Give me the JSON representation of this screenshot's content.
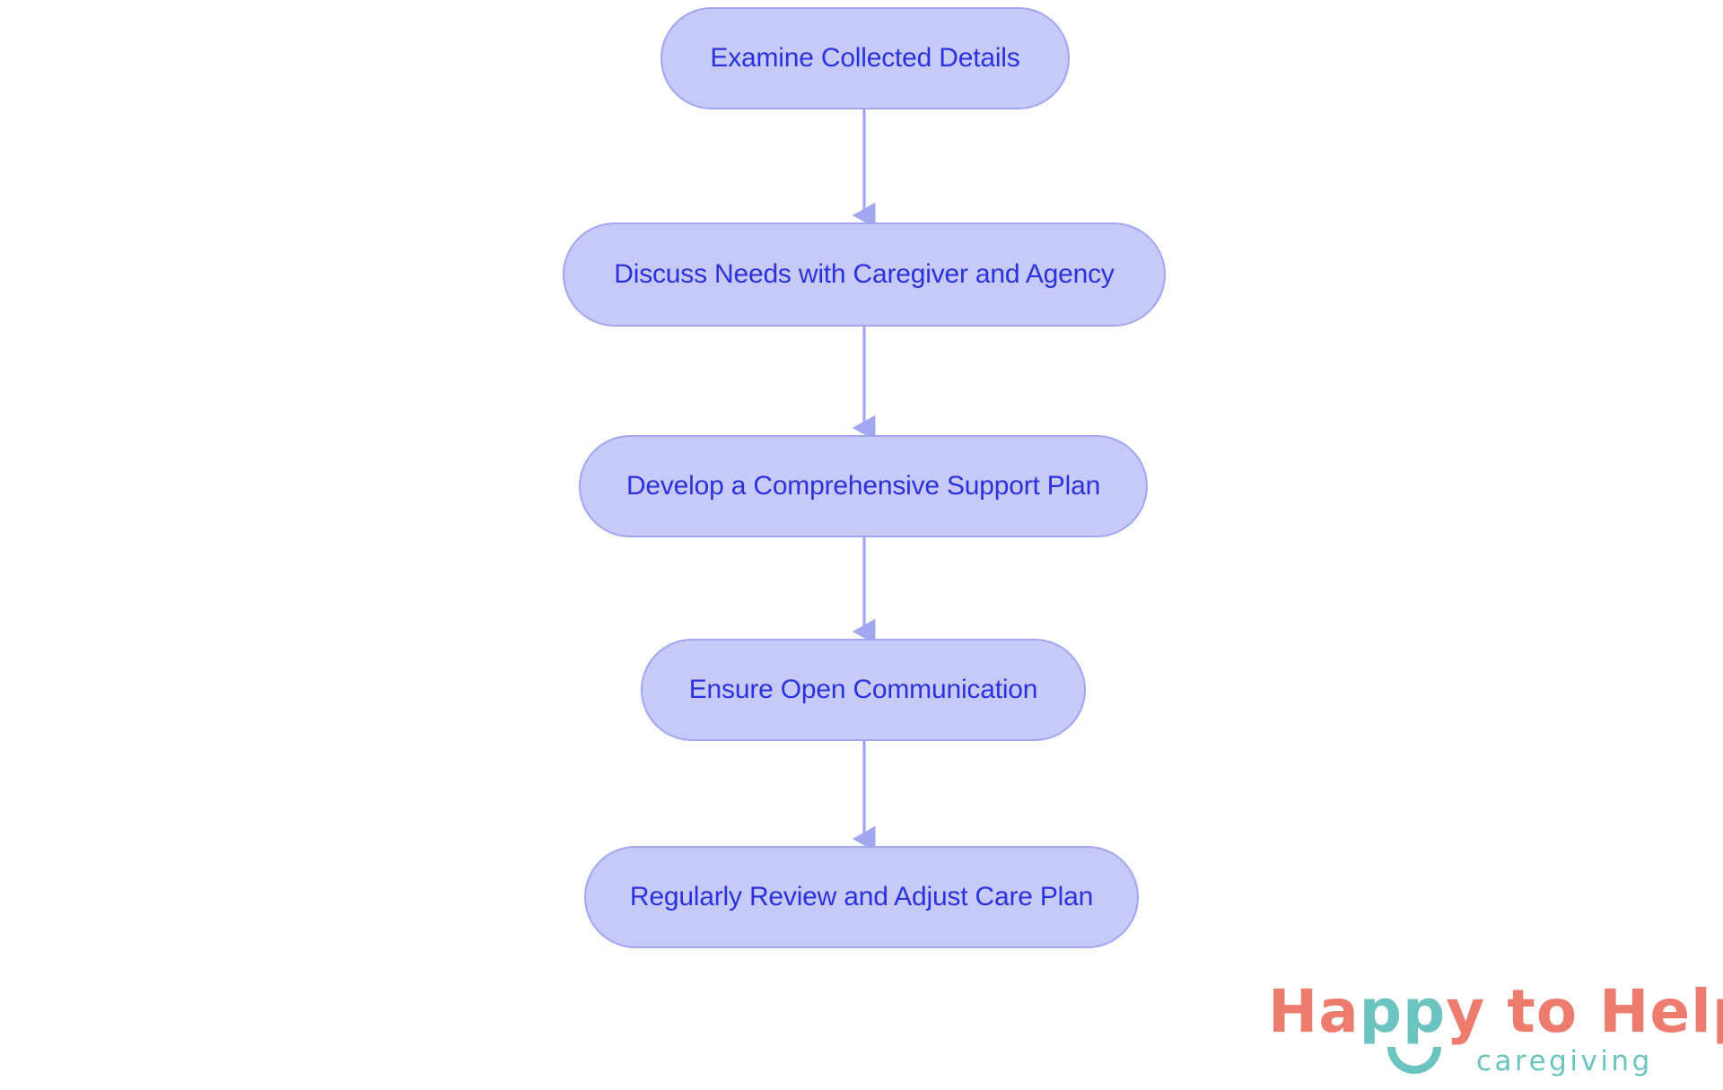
{
  "diagram": {
    "type": "flowchart",
    "orientation": "top-to-bottom",
    "background_color": "#FFFFFF",
    "node_fill_color": "#C7C9F9",
    "node_border_color": "#A2A7F0",
    "node_text_color": "#2B31DD",
    "connector_color": "#A2A7F0",
    "nodes": [
      {
        "id": "step-1",
        "label": "Examine Collected Details"
      },
      {
        "id": "step-2",
        "label": "Discuss Needs with Caregiver and Agency"
      },
      {
        "id": "step-3",
        "label": "Develop a Comprehensive Support Plan"
      },
      {
        "id": "step-4",
        "label": "Ensure Open Communication"
      },
      {
        "id": "step-5",
        "label": "Regularly Review and Adjust Care Plan"
      }
    ],
    "edges": [
      {
        "from": "step-1",
        "to": "step-2",
        "arrowhead": "solid-triangle"
      },
      {
        "from": "step-2",
        "to": "step-3",
        "arrowhead": "solid-triangle"
      },
      {
        "from": "step-3",
        "to": "step-4",
        "arrowhead": "solid-triangle"
      },
      {
        "from": "step-4",
        "to": "step-5",
        "arrowhead": "solid-triangle"
      }
    ]
  },
  "logo": {
    "word_happy_h": "H",
    "word_happy_a": "a",
    "word_happy_pp": "pp",
    "word_happy_y": "y",
    "word_to_help": " to Help",
    "tagline": "caregiving",
    "coral_color": "#EE7C6E",
    "teal_color": "#6BC4C0",
    "smile_icon": "smile-arc-icon"
  }
}
